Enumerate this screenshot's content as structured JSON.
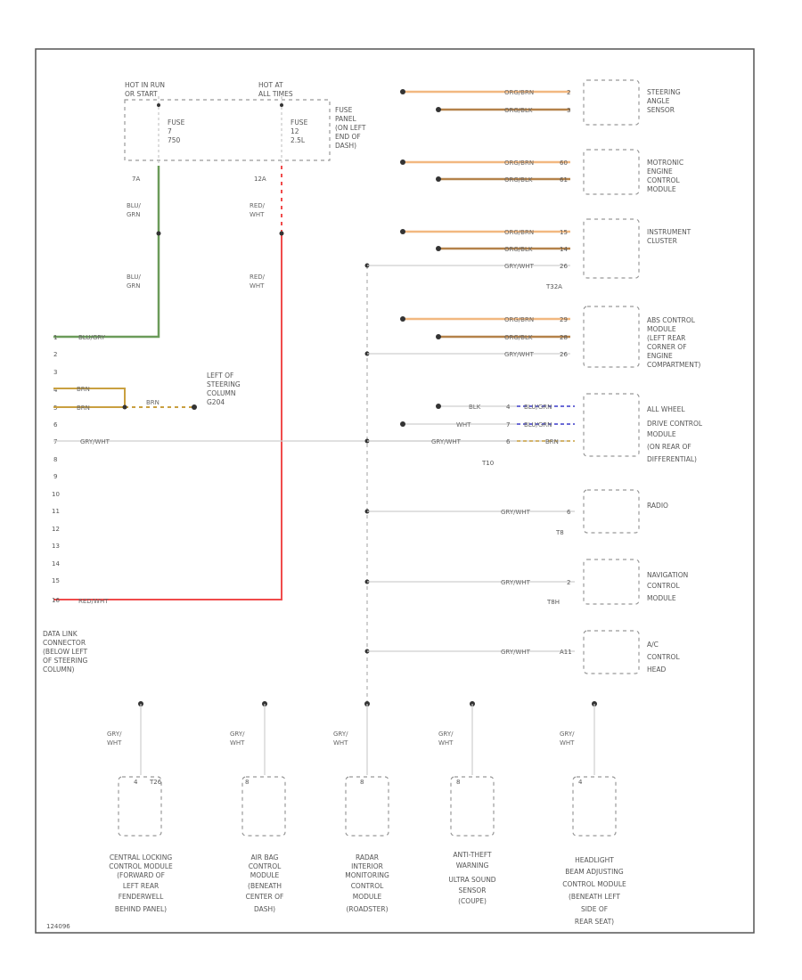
{
  "fuse_block": {
    "hot_left": [
      "HOT IN RUN",
      "OR START"
    ],
    "hot_right": [
      "HOT AT",
      "ALL TIMES"
    ],
    "fuse_left": [
      "FUSE",
      "7",
      "750"
    ],
    "fuse_right": [
      "FUSE",
      "12",
      "2.5L"
    ],
    "panel": [
      "FUSE",
      "PANEL",
      "(ON LEFT",
      "END OF",
      "DASH)"
    ],
    "pin_left": "7A",
    "pin_right": "12A"
  },
  "wires": {
    "blu_grn": [
      "BLU/",
      "GRN"
    ],
    "red_wht": [
      "RED/",
      "WHT"
    ],
    "blu_gry": "BLU/GRY",
    "brn": "BRN",
    "gry_wht": "GRY/WHT",
    "red_wht_single": "RED/WHT",
    "gry_wht_split": [
      "GRY/",
      "WHT"
    ]
  },
  "dlc": {
    "pins": [
      "1",
      "2",
      "3",
      "4",
      "5",
      "6",
      "7",
      "8",
      "9",
      "10",
      "11",
      "12",
      "13",
      "14",
      "15",
      "16"
    ],
    "label": [
      "DATA LINK",
      "CONNECTOR",
      "(BELOW LEFT",
      "OF STEERING",
      "COLUMN)"
    ]
  },
  "ground": {
    "label": [
      "LEFT OF",
      "STEERING",
      "COLUMN",
      "G204"
    ]
  },
  "modules": [
    {
      "name": [
        "STEERING",
        "ANGLE",
        "SENSOR"
      ],
      "wires": [
        "ORG/BRN",
        "ORG/BLK"
      ],
      "pins": [
        "2",
        "3"
      ]
    },
    {
      "name": [
        "MOTRONIC",
        "ENGINE",
        "CONTROL",
        "MODULE"
      ],
      "wires": [
        "ORG/BRN",
        "ORG/BLK"
      ],
      "pins": [
        "60",
        "61"
      ]
    },
    {
      "name": [
        "INSTRUMENT",
        "CLUSTER"
      ],
      "wires": [
        "ORG/BRN",
        "ORG/BLK",
        "GRY/WHT"
      ],
      "pins": [
        "15",
        "14",
        "26"
      ],
      "connector": "T32A"
    },
    {
      "name": [
        "ABS CONTROL",
        "MODULE",
        "(LEFT REAR",
        "CORNER OF",
        "ENGINE",
        "COMPARTMENT)"
      ],
      "wires": [
        "ORG/BRN",
        "ORG/BLK",
        "GRY/WHT"
      ],
      "pins": [
        "29",
        "28",
        "26"
      ]
    },
    {
      "name": [
        "ALL WHEEL",
        "DRIVE CONTROL",
        "MODULE",
        "(ON REAR OF",
        "DIFFERENTIAL)"
      ],
      "left_wires": [
        "BLK",
        "WHT",
        "GRY/WHT"
      ],
      "right_wires": [
        "BLU/GRN",
        "BLU/GRN",
        "BRN"
      ],
      "pins": [
        "4",
        "7",
        "6"
      ],
      "connector": "T10"
    },
    {
      "name": [
        "RADIO"
      ],
      "wires": [
        "GRY/WHT"
      ],
      "pins": [
        "6"
      ],
      "connector": "T8"
    },
    {
      "name": [
        "NAVIGATION",
        "CONTROL",
        "MODULE"
      ],
      "wires": [
        "GRY/WHT"
      ],
      "pins": [
        "2"
      ],
      "connector": "T8H"
    },
    {
      "name": [
        "A/C",
        "CONTROL",
        "HEAD"
      ],
      "wires": [
        "GRY/WHT"
      ],
      "pins": [
        "A11"
      ]
    }
  ],
  "bottom_modules": [
    {
      "name": [
        "CENTRAL LOCKING",
        "CONTROL MODULE",
        "(FORWARD OF",
        "LEFT REAR",
        "FENDERWELL",
        "BEHIND PANEL)"
      ],
      "pin": "4",
      "connector": "T26"
    },
    {
      "name": [
        "AIR BAG",
        "CONTROL",
        "MODULE",
        "(BENEATH",
        "CENTER OF",
        "DASH)"
      ],
      "pin": "8"
    },
    {
      "name": [
        "RADAR",
        "INTERIOR",
        "MONITORING",
        "CONTROL",
        "MODULE",
        "(ROADSTER)"
      ],
      "pin": "8"
    },
    {
      "name": [
        "ANTI-THEFT",
        "WARNING",
        "ULTRA SOUND",
        "SENSOR",
        "(COUPE)"
      ],
      "pin": "8"
    },
    {
      "name": [
        "HEADLIGHT",
        "BEAM ADJUSTING",
        "CONTROL MODULE",
        "(BENEATH LEFT",
        "SIDE OF",
        "REAR SEAT)"
      ],
      "pin": "4"
    }
  ],
  "diagram_id": "124096",
  "colors": {
    "org_brn": "#f2b880",
    "org_blk": "#b4824a",
    "blu_grn": "#6b9b5a",
    "red_wht": "#f04b4b",
    "gry_wht": "#d0d0d0",
    "brn": "#c9a040",
    "blu": "#3a3ac8"
  }
}
